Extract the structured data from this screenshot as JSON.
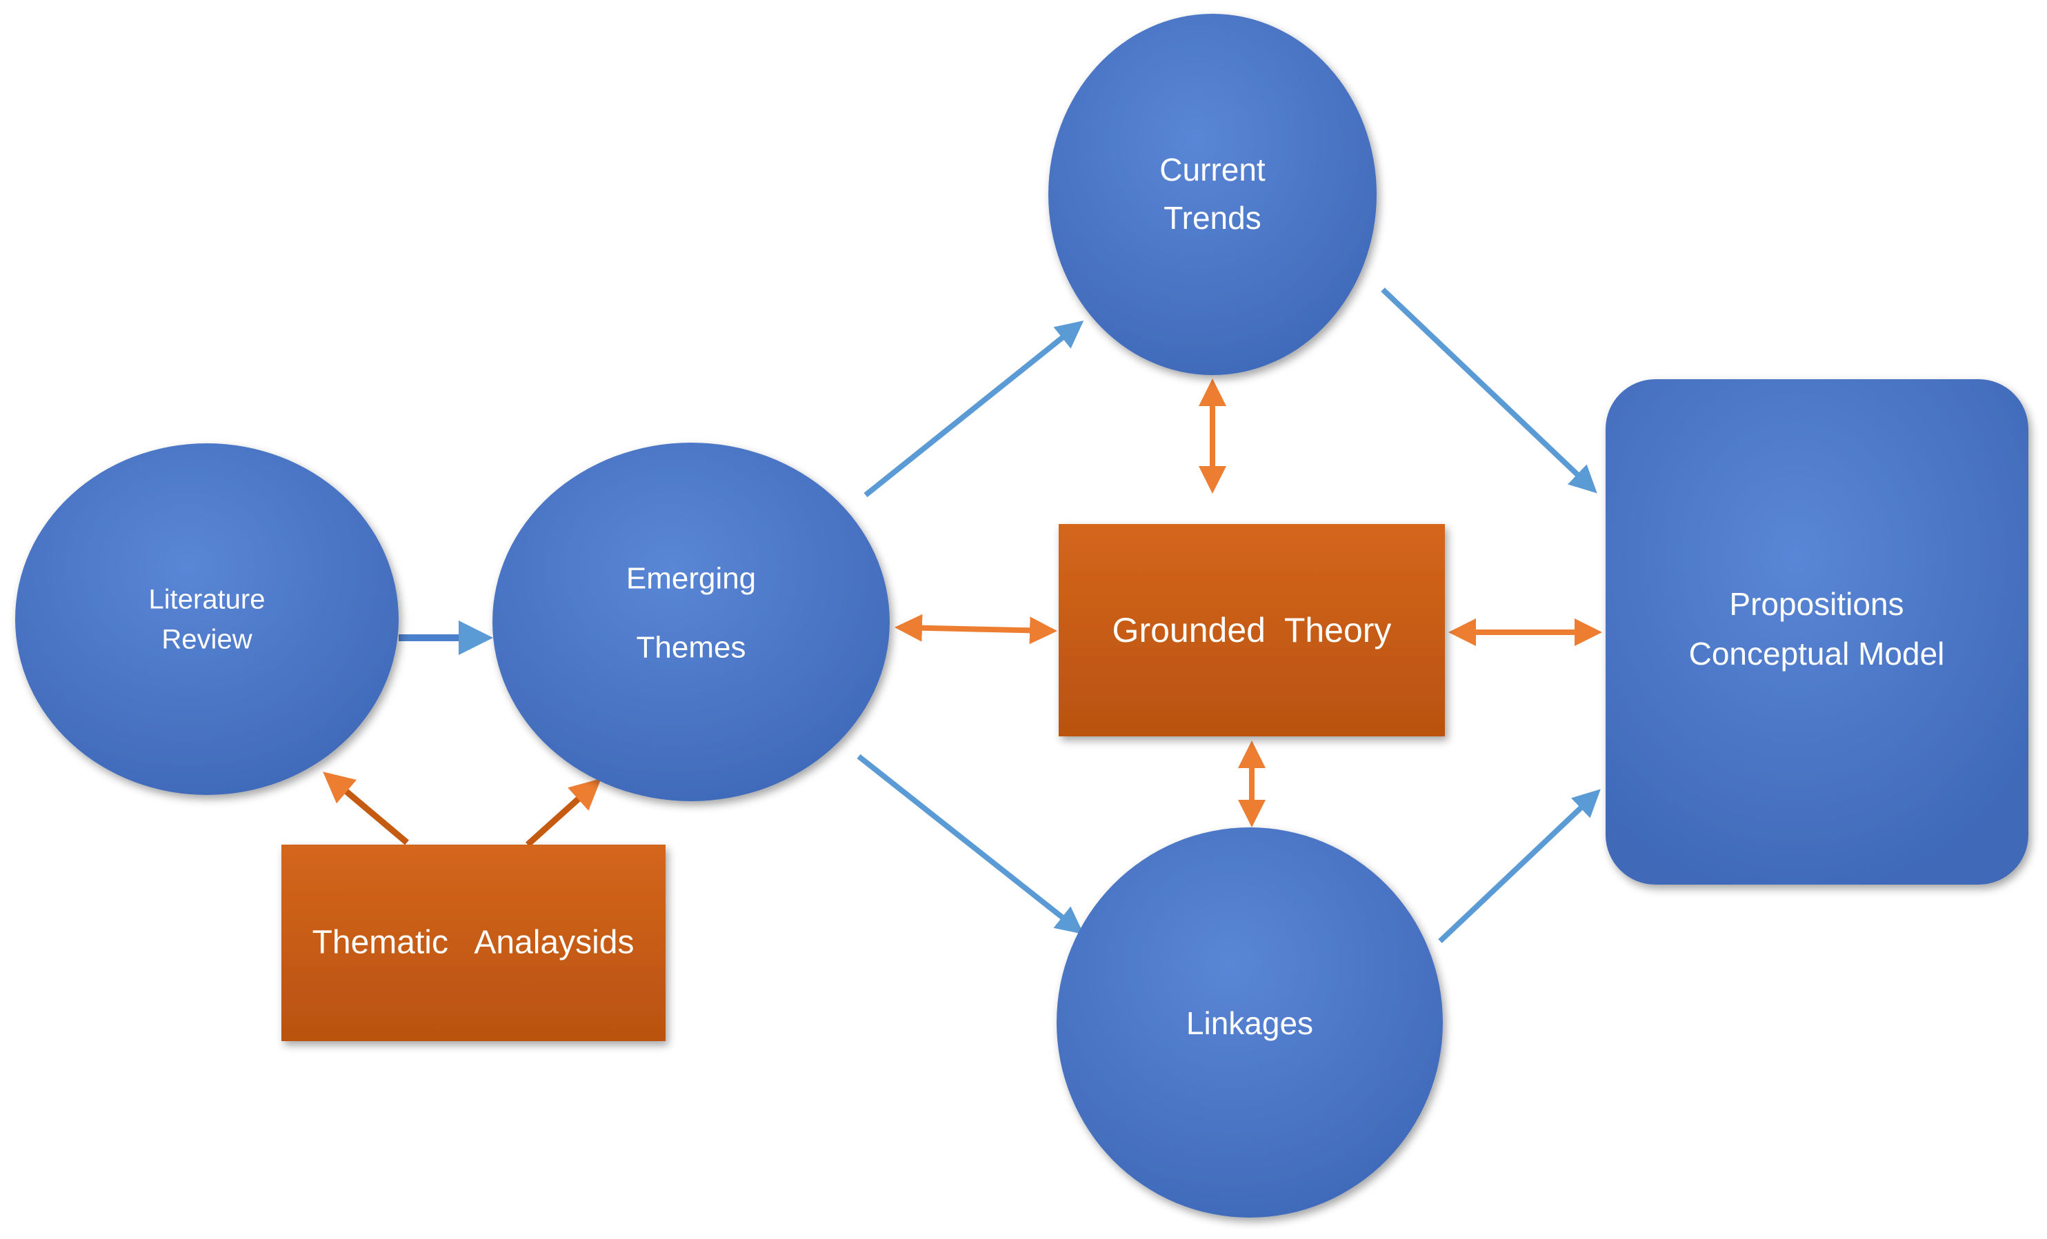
{
  "colors": {
    "blue_node": "#4472C4",
    "orange_node": "#C55A11",
    "blue_arrow": "#5B9BD5",
    "orange_arrow": "#ED7D31",
    "text": "#FFFFFF"
  },
  "nodes": {
    "literature_review": {
      "line1": "Literature",
      "line2": "Review"
    },
    "emerging_themes": {
      "line1": "Emerging",
      "line2": "Themes"
    },
    "current_trends": {
      "line1": "Current",
      "line2": "Trends"
    },
    "linkages": {
      "label": "Linkages"
    },
    "grounded_theory": {
      "label": "Grounded  Theory"
    },
    "thematic_analysis": {
      "label": "Thematic   Analaysids"
    },
    "propositions_model": {
      "line1": "Propositions",
      "line2": "Conceptual  Model"
    }
  },
  "edges": [
    {
      "from": "literature_review",
      "to": "emerging_themes",
      "style": "blue",
      "direction": "forward"
    },
    {
      "from": "emerging_themes",
      "to": "current_trends",
      "style": "blue",
      "direction": "forward"
    },
    {
      "from": "emerging_themes",
      "to": "linkages",
      "style": "blue",
      "direction": "forward"
    },
    {
      "from": "current_trends",
      "to": "propositions_model",
      "style": "blue",
      "direction": "forward"
    },
    {
      "from": "linkages",
      "to": "propositions_model",
      "style": "blue",
      "direction": "forward"
    },
    {
      "from": "thematic_analysis",
      "to": "literature_review",
      "style": "orange",
      "direction": "forward"
    },
    {
      "from": "thematic_analysis",
      "to": "emerging_themes",
      "style": "orange",
      "direction": "forward"
    },
    {
      "from": "emerging_themes",
      "to": "grounded_theory",
      "style": "orange",
      "direction": "both"
    },
    {
      "from": "grounded_theory",
      "to": "propositions_model",
      "style": "orange",
      "direction": "both"
    },
    {
      "from": "current_trends",
      "to": "grounded_theory",
      "style": "orange",
      "direction": "both"
    },
    {
      "from": "grounded_theory",
      "to": "linkages",
      "style": "orange",
      "direction": "both"
    }
  ]
}
